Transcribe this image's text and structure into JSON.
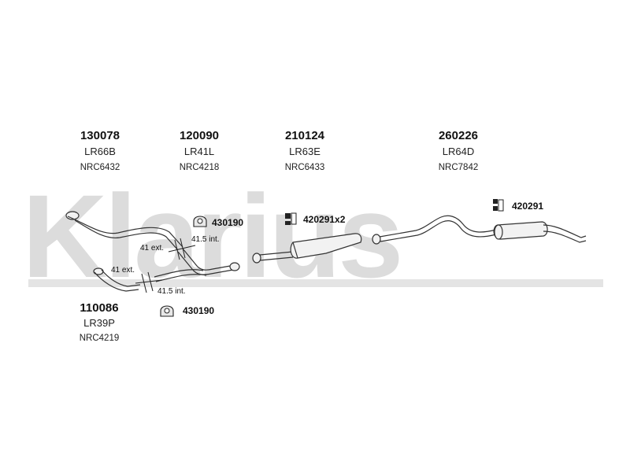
{
  "watermark": {
    "text": "Klarius"
  },
  "parts": [
    {
      "id": "p130078",
      "number": "130078",
      "code": "LR66B",
      "oe": "NRC6432"
    },
    {
      "id": "p120090",
      "number": "120090",
      "code": "LR41L",
      "oe": "NRC4218"
    },
    {
      "id": "p210124",
      "number": "210124",
      "code": "LR63E",
      "oe": "NRC6433"
    },
    {
      "id": "p260226",
      "number": "260226",
      "code": "LR64D",
      "oe": "NRC7842"
    },
    {
      "id": "p110086",
      "number": "110086",
      "code": "LR39P",
      "oe": "NRC4219"
    }
  ],
  "clamps": {
    "c1": "430190",
    "c2": "420291x2",
    "c3": "420291",
    "c4": "430190"
  },
  "joint_labels": {
    "upper_ext": "41 ext.",
    "upper_int": "41.5 int.",
    "lower_ext": "41 ext.",
    "lower_int": "41.5 int."
  }
}
